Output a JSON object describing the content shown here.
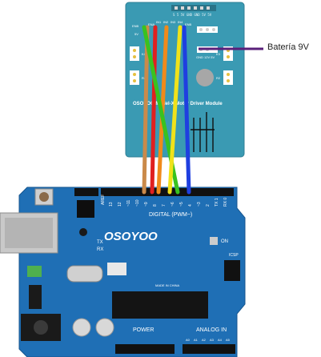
{
  "annotation": {
    "battery_label": "Batería 9V",
    "line_color": "#5a1f7a"
  },
  "driver_module": {
    "title": "OSOYOO Model-X Motor Driver Module",
    "board_color": "#3a9ab3",
    "top_header": "S  5  5V GND GND 5V 5V",
    "signal_pins": [
      "ENA",
      "IN1",
      "IN2",
      "IN3",
      "IN4",
      "ENB"
    ],
    "power_terminal": "GND  12V 5V",
    "left_labels": [
      "K1",
      "K4",
      "R4"
    ],
    "right_labels": [
      "K3",
      "R2"
    ],
    "side_labels": [
      "ENB",
      "5V",
      "GND",
      "12V",
      "5V"
    ]
  },
  "arduino": {
    "brand": "OSOYOO",
    "board_color": "#1f6fb5",
    "digital_label": "DIGITAL (PWM~)",
    "aref_label": "AREF",
    "tx_label": "TX",
    "rx_label": "RX",
    "on_label": "ON",
    "icsp_label": "ICSP",
    "power_label": "POWER",
    "analog_label": "ANALOG IN",
    "mfg_text": "MADE IN CHINA",
    "pin_numbers": [
      "13",
      "12",
      "~11",
      "~10",
      "~9",
      "8",
      "7",
      "~6",
      "~5",
      "4",
      "~3",
      "2",
      "TX 1",
      "RX 0"
    ],
    "analog_pins": [
      "A0",
      "A1",
      "A2",
      "A3",
      "A4",
      "A5"
    ]
  },
  "wires": [
    {
      "color": "#ca8a4a",
      "name": "brown"
    },
    {
      "color": "#e0201f",
      "name": "red"
    },
    {
      "color": "#f08a1a",
      "name": "orange"
    },
    {
      "color": "#39c21f",
      "name": "green"
    },
    {
      "color": "#f0e21a",
      "name": "yellow"
    },
    {
      "color": "#1f3fe0",
      "name": "blue"
    }
  ]
}
